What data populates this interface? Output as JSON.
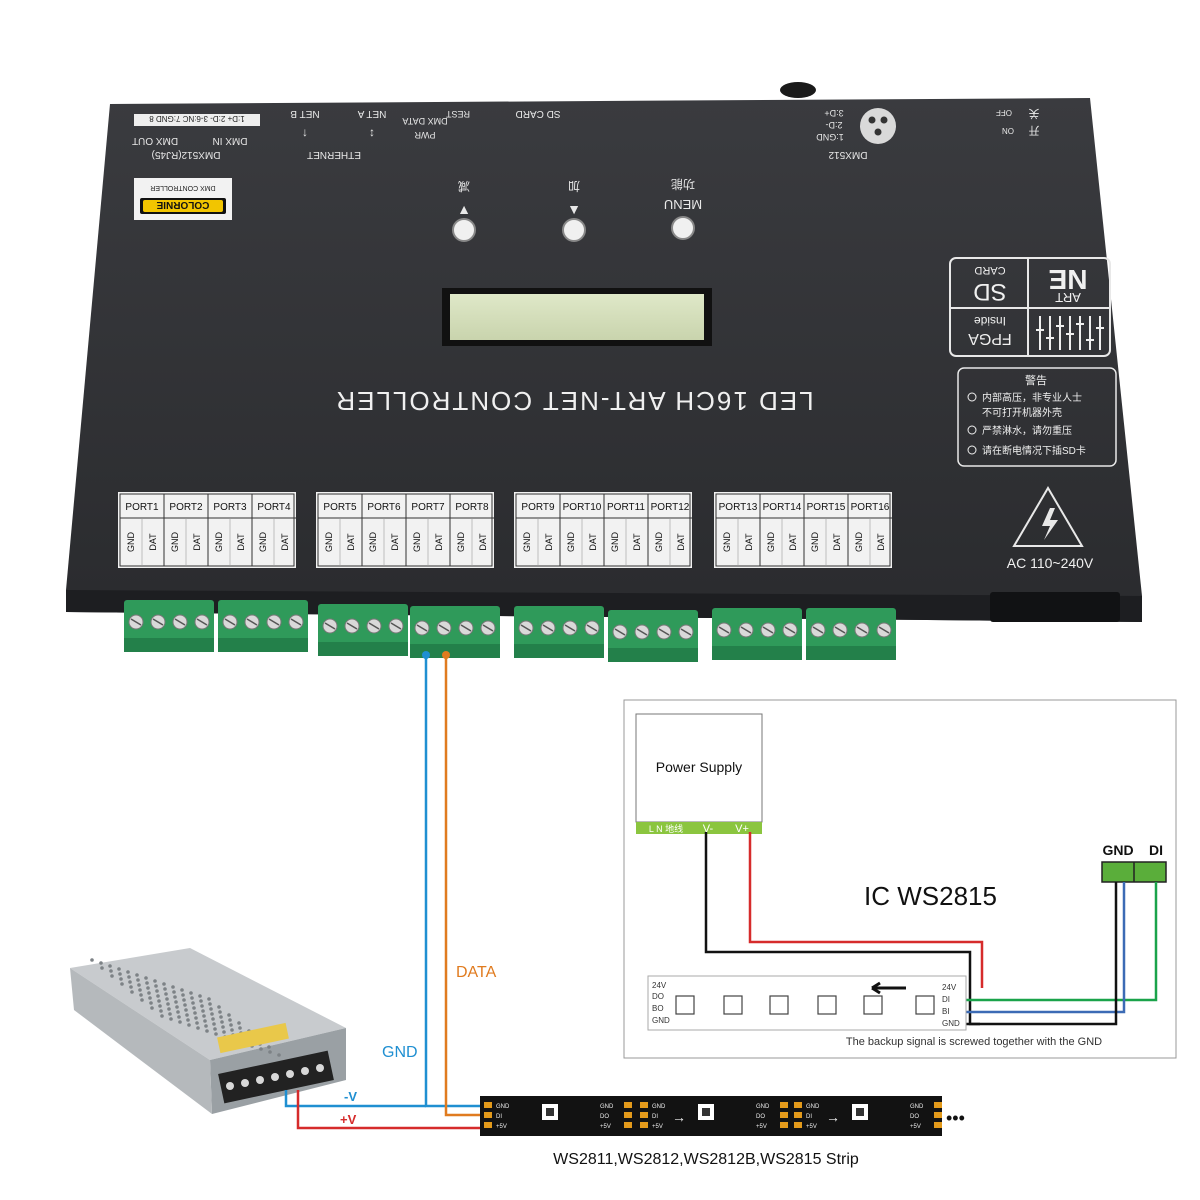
{
  "controller": {
    "title": "LED 16CH ART-NET CONTROLLER",
    "brand": "COLORNIE",
    "brand_sub": "DMX CONTROLLER",
    "top_labels": {
      "dmx512_rj45": "DMX512(RJ45)",
      "pinout": "1:D+ 2:D- 3-6:NC 7:GND 8",
      "dmx_out": "DMX OUT",
      "dmx_in": "DMX IN",
      "net_b": "NET B",
      "net_a": "NET A",
      "ethernet": "ETHERNET",
      "dmx_data": "DMX DATA",
      "pwr": "PWR",
      "rest": "REST",
      "sd_card": "SD CARD",
      "dmx512_xlr": "DMX512",
      "xlr_pins": [
        "1:GND",
        "2:D-",
        "3:D+"
      ],
      "off": "OFF",
      "on": "ON",
      "off_cn": "关",
      "on_cn": "开"
    },
    "buttons": [
      {
        "label": "▲",
        "label_cn": "减"
      },
      {
        "label": "▼",
        "label_cn": "加"
      },
      {
        "label": "MENU",
        "label_cn": "功能"
      }
    ],
    "badges": {
      "artnet_line1": "NE",
      "artnet_line2": "ART",
      "sd_line1": "SD",
      "sd_line2": "CARD",
      "fpga_line1": "FPGA",
      "fpga_line2": "Inside"
    },
    "warning": {
      "title": "警告",
      "items": [
        "内部高压，非专业人士",
        "不可打开机器外壳",
        "严禁淋水，请勿重压",
        "请在断电情况下插SD卡"
      ]
    },
    "power_label": "AC 110~240V",
    "ports": [
      "PORT1",
      "PORT2",
      "PORT3",
      "PORT4",
      "PORT5",
      "PORT6",
      "PORT7",
      "PORT8",
      "PORT9",
      "PORT10",
      "PORT11",
      "PORT12",
      "PORT13",
      "PORT14",
      "PORT15",
      "PORT16"
    ],
    "pin_labels": [
      "GND",
      "DAT"
    ]
  },
  "wiring": {
    "gnd_label": "GND",
    "data_label": "DATA",
    "neg_label": "-V",
    "pos_label": "+V",
    "colors": {
      "gnd": "#1f8fd1",
      "data": "#e07b1f",
      "pos": "#d62b2b"
    }
  },
  "strip": {
    "caption": "WS2811,WS2812,WS2812B,WS2815 Strip",
    "pad_labels": [
      "GND",
      "DI",
      "+5V"
    ],
    "out_labels": [
      "GND",
      "DO",
      "+5V"
    ],
    "ellipsis": "•••"
  },
  "inset": {
    "power_supply": "Power Supply",
    "terminals": [
      "L N 地线",
      "V-",
      "V+"
    ],
    "ic_title": "IC WS2815",
    "connector_labels": [
      "GND",
      "DI"
    ],
    "left_pins": [
      "24V",
      "DO",
      "BO",
      "GND"
    ],
    "right_pins": [
      "24V",
      "DI",
      "BI",
      "GND"
    ],
    "note": "The backup signal is screwed together with the GND",
    "colors": {
      "red": "#d62b2b",
      "black": "#111111",
      "green": "#1aa34a",
      "blue": "#3c6bb5"
    }
  }
}
